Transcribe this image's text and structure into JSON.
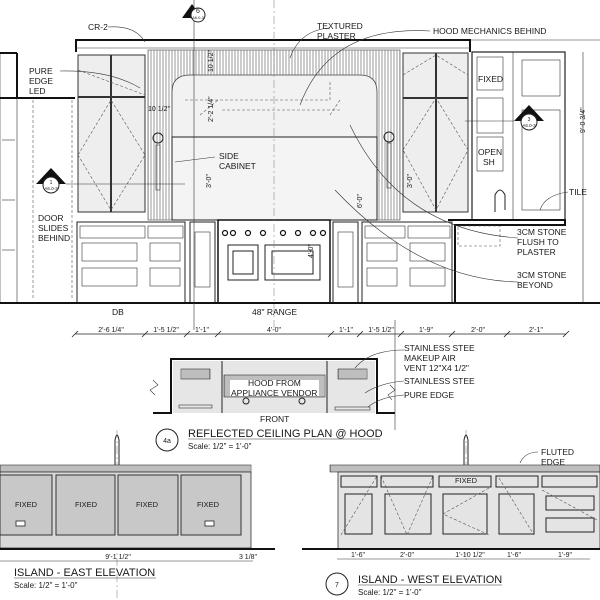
{
  "main_elevation": {
    "labels": {
      "cr2": "CR-2",
      "textured_1": "TEXTURED",
      "textured_2": "PLASTER",
      "hood_mech": "HOOD MECHANICS BEHIND",
      "pure_1": "PURE",
      "pure_2": "EDGE",
      "pure_3": "LED",
      "side_1": "SIDE",
      "side_2": "CABINET",
      "door_1": "DOOR",
      "door_2": "SLIDES",
      "door_3": "BEHIND",
      "fixed": "FIXED",
      "open_1": "OPEN",
      "open_2": "SH",
      "tile": "TILE",
      "stone_flush_1": "3CM STONE",
      "stone_flush_2": "FLUSH TO",
      "stone_flush_3": "PLASTER",
      "stone_beyond_1": "3CM STONE",
      "stone_beyond_2": "BEYOND",
      "db": "DB",
      "range": "48\" RANGE"
    },
    "vertical_dims": [
      "10 1/2\"",
      "2'-2 1/4\"",
      "3'-0\"",
      "6'-0\"",
      "3'-0\"",
      "4'-0\"",
      "9'-0 3/4\""
    ],
    "horizontal_dim_small": "10 1/2\"",
    "section_markers": [
      {
        "num": "6",
        "ref": "A6.0-3"
      },
      {
        "num": "1",
        "ref": "A6.0-3"
      },
      {
        "num": "3",
        "ref": "A6.0-3"
      }
    ],
    "dim_row": [
      "2'-6 1/4\"",
      "1'-5 1/2\"",
      "1'-1\"",
      "4'-0\"",
      "1'-1\"",
      "1'-5 1/2\"",
      "1'-9\"",
      "2'-0\"",
      "2'-1\""
    ]
  },
  "rcp": {
    "hood_1": "HOOD FROM",
    "hood_2": "APPLIANCE VENDOR",
    "front": "FRONT",
    "notes": [
      "STAINLESS STEE",
      "MAKEUP AIR",
      "VENT 12\"X4 1/2\"",
      "STAINLESS STEE",
      "PURE EDGE"
    ],
    "tag": "4a",
    "title": "REFLECTED CEILING PLAN @ HOOD",
    "scale": "Scale: 1/2\" = 1'-0\""
  },
  "island_east": {
    "panels": [
      "FIXED",
      "FIXED",
      "FIXED",
      "FIXED"
    ],
    "dims": [
      "9'-1 1/2\"",
      "3 1/8\""
    ],
    "title": "ISLAND - EAST ELEVATION",
    "scale": "Scale: 1/2\" = 1'-0\""
  },
  "island_west": {
    "fixed": "FIXED",
    "fluted_1": "FLUTED",
    "fluted_2": "EDGE",
    "dims": [
      "1'-6\"",
      "2'-0\"",
      "1'-10 1/2\"",
      "1'-6\"",
      "1'-9\""
    ],
    "tag": "7",
    "title": "ISLAND - WEST ELEVATION",
    "scale": "Scale: 1/2\" = 1'-0\""
  }
}
